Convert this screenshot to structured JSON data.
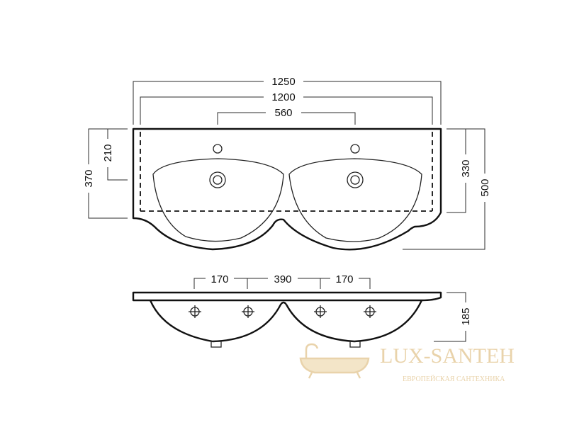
{
  "dimensions": {
    "overall_width_outer": "1250",
    "overall_width_inner": "1200",
    "tap_hole_spacing": "560",
    "tap_hole_depth": "210",
    "depth_left": "370",
    "depth_right": "330",
    "overall_depth": "500",
    "mount_offset_left": "170",
    "mount_spacing": "390",
    "mount_offset_right": "170",
    "bowl_height": "185"
  },
  "watermark": {
    "brand": "LUX-SANTEH",
    "tagline": "ЕВРОПЕЙСКАЯ САНТЕХНИКА",
    "color": "#e9d3ab"
  },
  "colors": {
    "line": "#111111",
    "background": "#ffffff"
  }
}
